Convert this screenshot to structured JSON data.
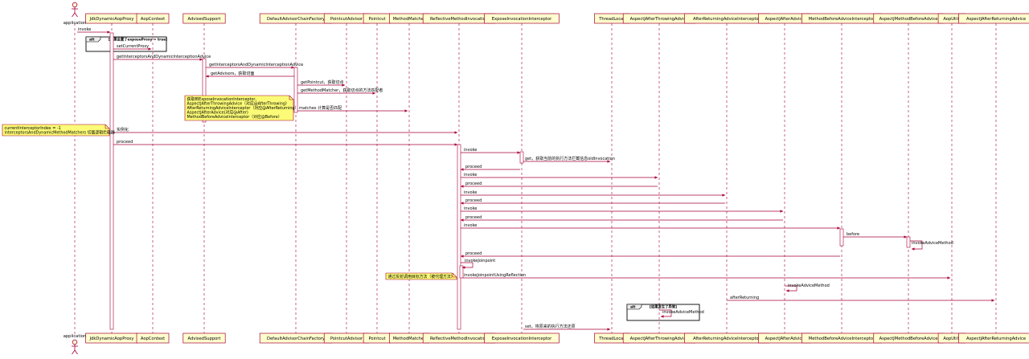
{
  "diagram": {
    "actor": {
      "name": "application"
    },
    "participants": [
      "JdkDynamicAopProxy",
      "AopContext",
      "AdvisedSupport",
      "DefaultAdvisorChainFactory",
      "PointcutAdvisor",
      "Pointcut",
      "MethodMatcher",
      "ReflectiveMethodInvocation",
      "ExposeInvocationInterceptor",
      "ThreadLocal",
      "AspectJAfterThrowingAdvice",
      "AfterReturningAdviceInterceptor",
      "AspectJAfterAdvice",
      "MethodBeforeAdviceInterceptor",
      "AspectJMethodBeforeAdvice",
      "AopUtils",
      "AspectJAfterReturningAdvice"
    ],
    "messages": [
      {
        "from": "application",
        "to": "JdkDynamicAopProxy",
        "label": "invoke"
      },
      {
        "from": "JdkDynamicAopProxy",
        "to": "AopContext",
        "label": "setCurrentProxy"
      },
      {
        "from": "JdkDynamicAopProxy",
        "to": "AdvisedSupport",
        "label": "getInterceptorsAndDynamicInterceptionAdvice"
      },
      {
        "from": "AdvisedSupport",
        "to": "DefaultAdvisorChainFactory",
        "label": "getInterceptorsAndDynamicInterceptionAdvice"
      },
      {
        "from": "DefaultAdvisorChainFactory",
        "to": "AdvisedSupport",
        "label": "getAdvisors，获取切面"
      },
      {
        "from": "DefaultAdvisorChainFactory",
        "to": "PointcutAdvisor",
        "label": "getPointcut，获取切点"
      },
      {
        "from": "DefaultAdvisorChainFactory",
        "to": "Pointcut",
        "label": "getMethodMatcher，获取切点的方法匹配者"
      },
      {
        "from": "DefaultAdvisorChainFactory",
        "to": "MethodMatcher",
        "label": "matches 计算是否匹配"
      },
      {
        "from": "JdkDynamicAopProxy",
        "to": "ReflectiveMethodInvocation",
        "label": "实例化"
      },
      {
        "from": "JdkDynamicAopProxy",
        "to": "ReflectiveMethodInvocation",
        "label": "proceed"
      },
      {
        "from": "ReflectiveMethodInvocation",
        "to": "ExposeInvocationInterceptor",
        "label": "invoke"
      },
      {
        "from": "ExposeInvocationInterceptor",
        "to": "ThreadLocal",
        "label": "get，获取当前的执行方法拦截信息oldInvocation"
      },
      {
        "from": "ExposeInvocationInterceptor",
        "to": "ReflectiveMethodInvocation",
        "label": "proceed"
      },
      {
        "from": "ReflectiveMethodInvocation",
        "to": "AspectJAfterThrowingAdvice",
        "label": "invoke"
      },
      {
        "from": "AspectJAfterThrowingAdvice",
        "to": "ReflectiveMethodInvocation",
        "label": "proceed"
      },
      {
        "from": "ReflectiveMethodInvocation",
        "to": "AfterReturningAdviceInterceptor",
        "label": "invoke"
      },
      {
        "from": "AfterReturningAdviceInterceptor",
        "to": "ReflectiveMethodInvocation",
        "label": "proceed"
      },
      {
        "from": "ReflectiveMethodInvocation",
        "to": "AspectJAfterAdvice",
        "label": "invoke"
      },
      {
        "from": "AspectJAfterAdvice",
        "to": "ReflectiveMethodInvocation",
        "label": "proceed"
      },
      {
        "from": "ReflectiveMethodInvocation",
        "to": "MethodBeforeAdviceInterceptor",
        "label": "invoke"
      },
      {
        "from": "MethodBeforeAdviceInterceptor",
        "to": "AspectJMethodBeforeAdvice",
        "label": "before"
      },
      {
        "from": "AspectJMethodBeforeAdvice",
        "to": "AspectJMethodBeforeAdvice",
        "label": "invokeAdviceMethod"
      },
      {
        "from": "MethodBeforeAdviceInterceptor",
        "to": "ReflectiveMethodInvocation",
        "label": "proceed"
      },
      {
        "from": "ReflectiveMethodInvocation",
        "to": "ReflectiveMethodInvocation",
        "label": "invokeJoinpoint"
      },
      {
        "from": "ReflectiveMethodInvocation",
        "to": "AopUtils",
        "label": "invokeJoinpointUsingReflection"
      },
      {
        "from": "AspectJAfterAdvice",
        "to": "AspectJAfterAdvice",
        "label": "invokeAdviceMethod"
      },
      {
        "from": "AfterReturningAdviceInterceptor",
        "to": "AspectJAfterReturningAdvice",
        "label": "afterReturning"
      },
      {
        "from": "AspectJAfterThrowingAdvice",
        "to": "AspectJAfterThrowingAdvice",
        "label": "invokeAdviceMethod"
      },
      {
        "from": "ExposeInvocationInterceptor",
        "to": "ThreadLocal",
        "label": "set，将原来的执行方法还原"
      }
    ],
    "fragments": [
      {
        "operator": "alt",
        "guard": "[如果设置了exposeProxy = true]"
      },
      {
        "operator": "alt",
        "guard": "[如果发生了异常]"
      }
    ],
    "notes": [
      {
        "lines": [
          "获取到ExposeInvocationInterceptor、",
          "AspectJAfterThrowingAdvice（对应@AfterThrowing）",
          "AfterReturningAdviceInterceptor（对应@AfterReturning）",
          "AspectJAfterAdvice(对应@After)",
          "MethodBeforeAdviceInterceptor（对应@Before）"
        ]
      },
      {
        "lines": [
          "currentInterceptorIndex = -1",
          "interceptorsAndDynamicMethodMatchers 切面逻辑拦截器"
        ]
      },
      {
        "lines": [
          "通过反射调用目标方法（被代理方法）"
        ]
      }
    ]
  }
}
